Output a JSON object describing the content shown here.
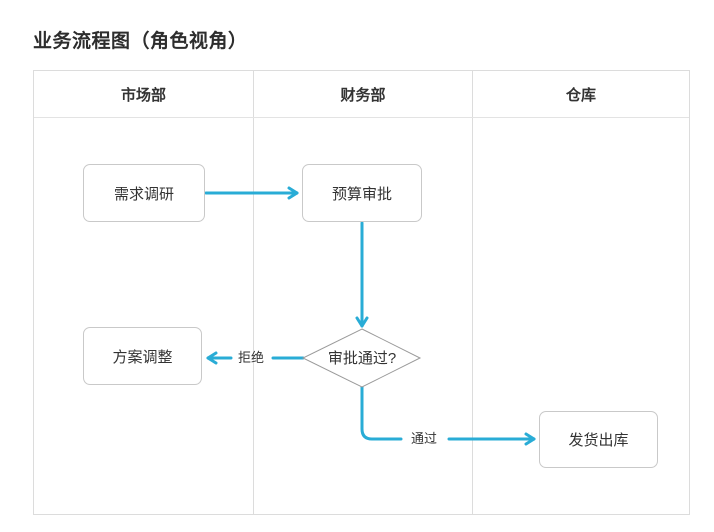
{
  "page": {
    "title": "业务流程图（角色视角）"
  },
  "colors": {
    "accent_arrow": "#29acd6",
    "box_border": "#c9c9c9",
    "diamond_border": "#9a9a9a",
    "lane_border": "#dcdcdc",
    "text": "#333333"
  },
  "lanes": [
    {
      "label": "市场部"
    },
    {
      "label": "财务部"
    },
    {
      "label": "仓库"
    }
  ],
  "nodes": [
    {
      "id": "demand-research",
      "type": "process",
      "label": "需求调研",
      "lane": "市场部"
    },
    {
      "id": "budget-approval",
      "type": "process",
      "label": "预算审批",
      "lane": "财务部"
    },
    {
      "id": "approval-decision",
      "type": "decision",
      "label": "审批通过?",
      "lane": "财务部"
    },
    {
      "id": "plan-adjustment",
      "type": "process",
      "label": "方案调整",
      "lane": "市场部"
    },
    {
      "id": "ship-outbound",
      "type": "process",
      "label": "发货出库",
      "lane": "仓库"
    }
  ],
  "edges": [
    {
      "from": "需求调研",
      "to": "预算审批",
      "label": ""
    },
    {
      "from": "预算审批",
      "to": "审批通过?",
      "label": ""
    },
    {
      "from": "审批通过?",
      "to": "方案调整",
      "label": "拒绝"
    },
    {
      "from": "审批通过?",
      "to": "发货出库",
      "label": "通过"
    }
  ]
}
